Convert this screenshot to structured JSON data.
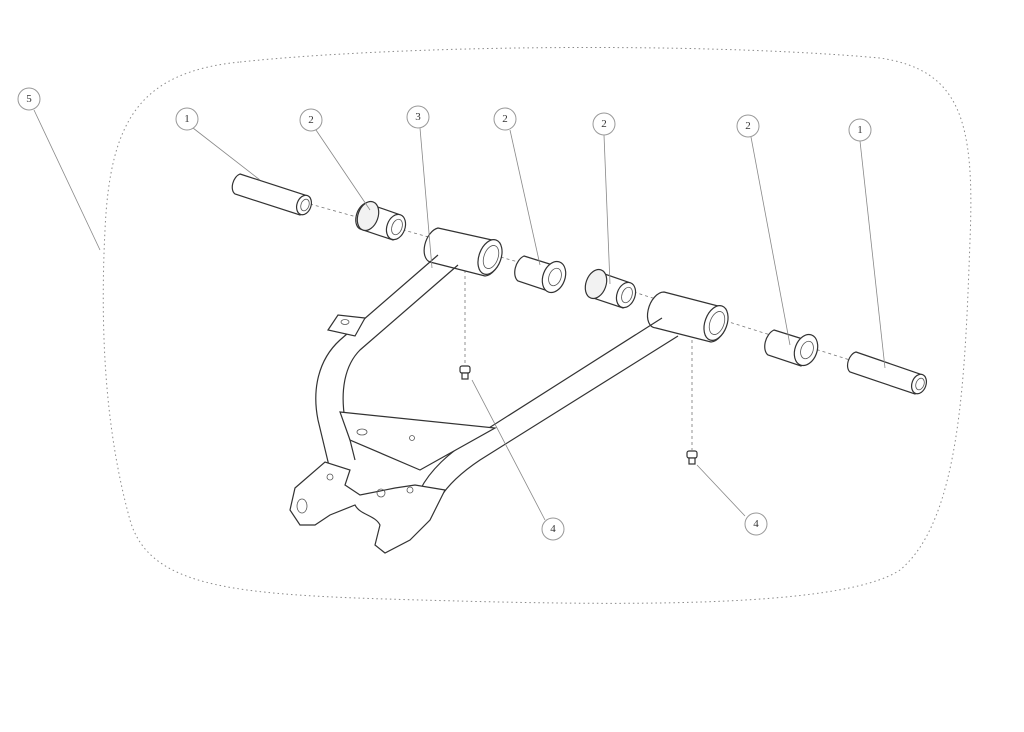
{
  "diagram": {
    "callouts": [
      {
        "id": "c5",
        "label": "5"
      },
      {
        "id": "c1a",
        "label": "1"
      },
      {
        "id": "c2a",
        "label": "2"
      },
      {
        "id": "c3",
        "label": "3"
      },
      {
        "id": "c2b",
        "label": "2"
      },
      {
        "id": "c2c",
        "label": "2"
      },
      {
        "id": "c2d",
        "label": "2"
      },
      {
        "id": "c1b",
        "label": "1"
      },
      {
        "id": "c4a",
        "label": "4"
      },
      {
        "id": "c4b",
        "label": "4"
      }
    ]
  }
}
